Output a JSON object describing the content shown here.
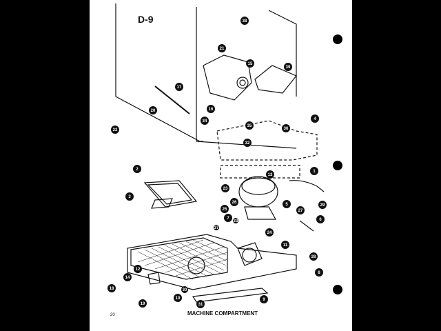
{
  "page": {
    "page_label": "D-9",
    "page_number": "20",
    "caption": "MACHINE COMPARTMENT"
  },
  "callouts": [
    "1",
    "2",
    "3",
    "4",
    "5",
    "6",
    "7",
    "8",
    "9",
    "10",
    "11",
    "12",
    "13",
    "14",
    "15",
    "16",
    "17",
    "18",
    "19",
    "20",
    "21",
    "22",
    "23",
    "24",
    "25",
    "26",
    "27",
    "28",
    "29",
    "30",
    "31",
    "32",
    "33",
    "34",
    "35",
    "36",
    "37",
    "38",
    "39"
  ],
  "binder_holes": 3
}
